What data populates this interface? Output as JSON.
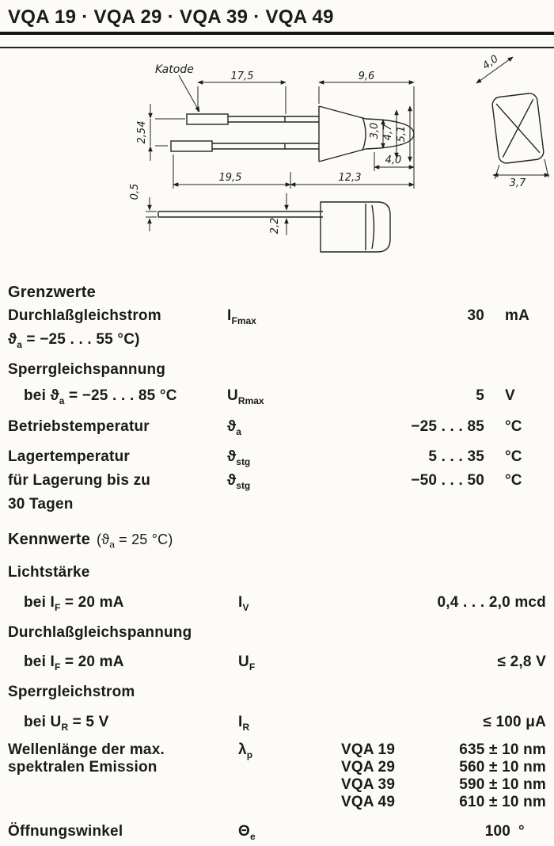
{
  "page": {
    "title": "VQA 19 · VQA 29 · VQA 39 · VQA 49"
  },
  "drawing": {
    "katode": "Katode",
    "dims": {
      "d17_5": "17,5",
      "d9_6": "9,6",
      "d4_0_front": "4,0",
      "d2_54": "2,54",
      "d3_0": "3,0",
      "d4_7": "4,7",
      "d5_1": "5,1",
      "d4_0_dome": "4,0",
      "d19_5": "19,5",
      "d12_3": "12,3",
      "d3_7": "3,7",
      "d0_5": "0,5",
      "d2_2": "2,2"
    }
  },
  "grenzwerte": {
    "heading": "Grenzwerte",
    "rows": [
      {
        "pre": "Durchlaßgleichstrom",
        "sub": "",
        "post": "",
        "sym": "I",
        "symsub": "Fmax",
        "val": "30",
        "unit": "mA"
      },
      {
        "pre": "ϑ",
        "sub": "a",
        "post": " = −25 . . . 55 °C)",
        "sym": "",
        "symsub": "",
        "val": "",
        "unit": ""
      },
      {
        "pre": "Sperrgleichspannung",
        "sub": "",
        "post": "",
        "sym": "",
        "symsub": "",
        "val": "",
        "unit": ""
      },
      {
        "pre": "bei ϑ",
        "sub": "a",
        "post": " = −25 . . . 85 °C",
        "sym": "U",
        "symsub": "Rmax",
        "val": "5",
        "unit": "V"
      },
      {
        "pre": "Betriebstemperatur",
        "sub": "",
        "post": "",
        "sym": "ϑ",
        "symsub": "a",
        "val": "−25 . . . 85",
        "unit": "°C"
      },
      {
        "pre": "Lagertemperatur",
        "sub": "",
        "post": "",
        "sym": "ϑ",
        "symsub": "stg",
        "val": "5 . . . 35",
        "unit": "°C"
      },
      {
        "pre": "für Lagerung bis zu",
        "sub": "",
        "post": "",
        "sym": "ϑ",
        "symsub": "stg",
        "val": "−50 . . . 50",
        "unit": "°C"
      },
      {
        "pre": "30 Tagen",
        "sub": "",
        "post": "",
        "sym": "",
        "symsub": "",
        "val": "",
        "unit": ""
      }
    ]
  },
  "kennwerte": {
    "heading": "Kennwerte",
    "condition_pre": "(ϑ",
    "condition_sub": "a",
    "condition_post": " = 25 °C)",
    "rows": [
      {
        "pre": "Lichtstärke",
        "sub": "",
        "post": "",
        "sym": "",
        "symsub": "",
        "val": ""
      },
      {
        "pre": "bei I",
        "sub": "F",
        "post": " = 20 mA",
        "sym": "I",
        "symsub": "V",
        "val": "0,4 . . . 2,0 mcd"
      },
      {
        "pre": "Durchlaßgleichspannung",
        "sub": "",
        "post": "",
        "sym": "",
        "symsub": "",
        "val": ""
      },
      {
        "pre": "bei I",
        "sub": "F",
        "post": " = 20 mA",
        "sym": "U",
        "symsub": "F",
        "val": "≤ 2,8 V"
      },
      {
        "pre": "Sperrgleichstrom",
        "sub": "",
        "post": "",
        "sym": "",
        "symsub": "",
        "val": ""
      },
      {
        "pre": "bei U",
        "sub": "R",
        "post": " = 5 V",
        "sym": "I",
        "symsub": "R",
        "val": "≤ 100 μA"
      }
    ],
    "wavelength": {
      "label_line1": "Wellenlänge der max.",
      "label_line2": "spektralen Emission",
      "sym": "λ",
      "symsub": "p",
      "entries": [
        {
          "type": "VQA 19",
          "value": "635 ± 10 nm"
        },
        {
          "type": "VQA 29",
          "value": "560 ± 10 nm"
        },
        {
          "type": "VQA 39",
          "value": "590 ± 10 nm"
        },
        {
          "type": "VQA 49",
          "value": "610 ± 10 nm"
        }
      ]
    },
    "angle": {
      "label": "Öffnungswinkel",
      "sym": "Θ",
      "symsub": "e",
      "val": "100",
      "unit": "°"
    }
  }
}
